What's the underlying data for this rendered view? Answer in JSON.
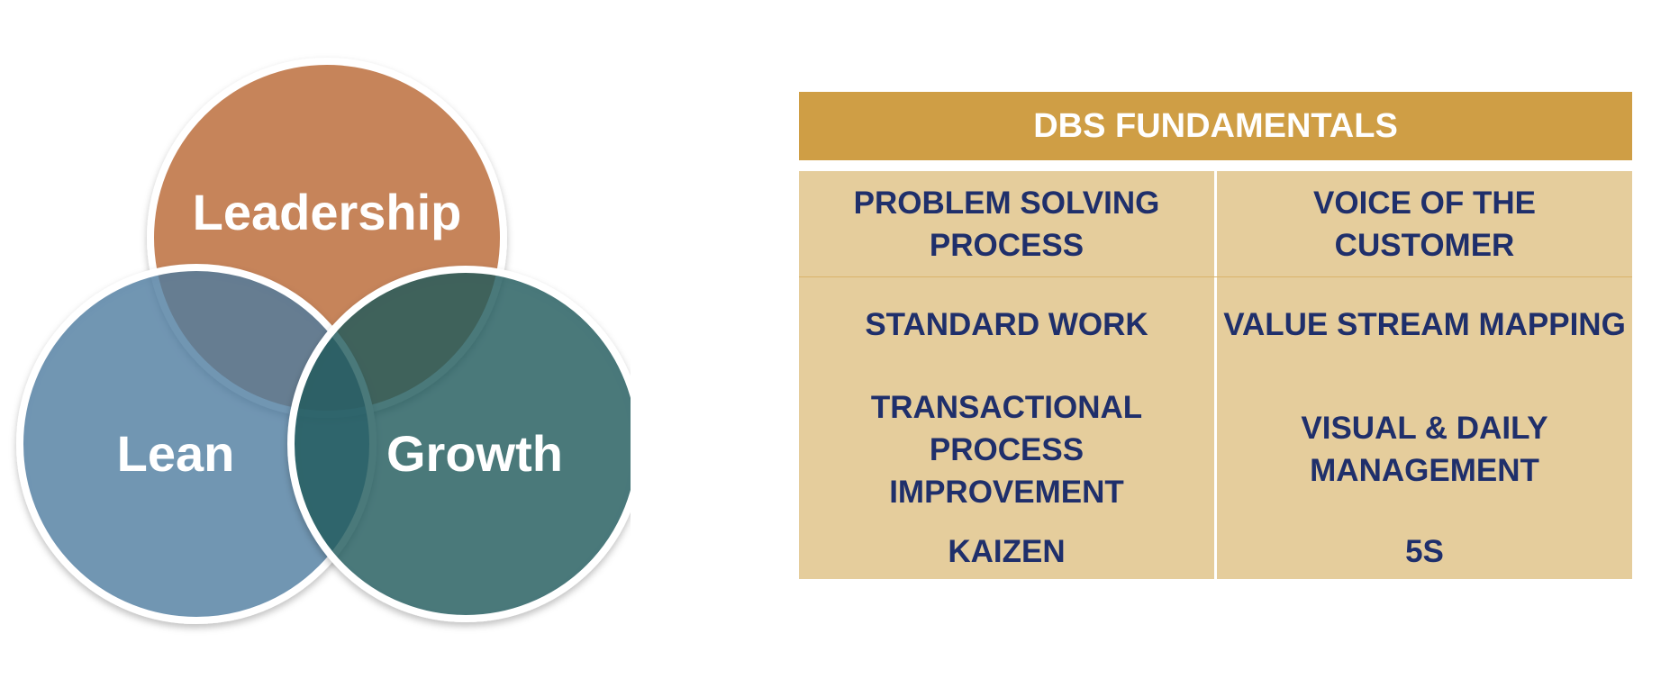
{
  "venn": {
    "circles": [
      {
        "label": "Leadership",
        "color": "#c6845a"
      },
      {
        "label": "Lean",
        "color": "#79a3c5"
      },
      {
        "label": "Growth",
        "color": "#537f80"
      }
    ]
  },
  "table": {
    "title": "DBS FUNDAMENTALS",
    "rows": [
      [
        "PROBLEM SOLVING PROCESS",
        "VOICE OF THE CUSTOMER"
      ],
      [
        "STANDARD WORK",
        "VALUE STREAM MAPPING"
      ],
      [
        "TRANSACTIONAL PROCESS IMPROVEMENT",
        "VISUAL & DAILY MANAGEMENT"
      ],
      [
        "KAIZEN",
        "5S"
      ]
    ]
  }
}
